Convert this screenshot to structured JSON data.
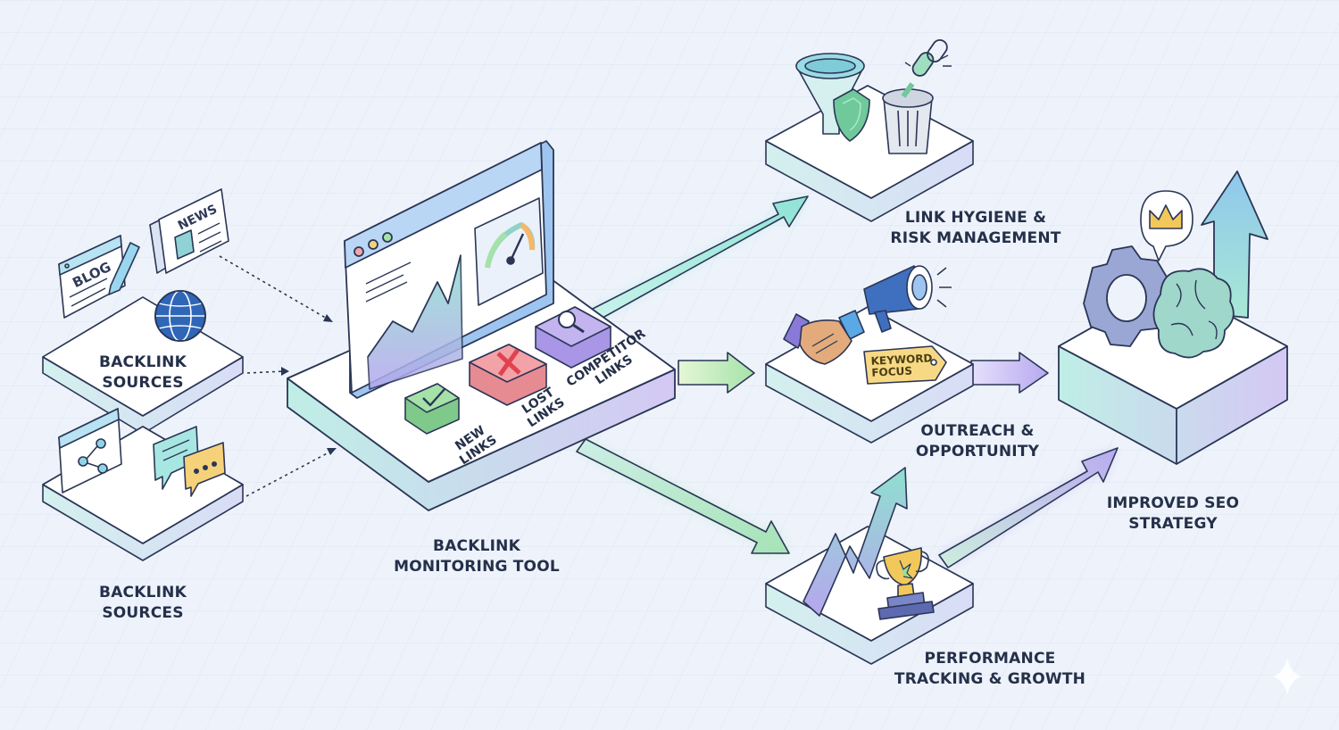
{
  "colors": {
    "background": "#eef3fb",
    "grid": "#dbe4f2",
    "platform_top": "#ffffff",
    "platform_side": "#cfe6f0",
    "outline": "#2b3656",
    "accent_teal": "#8fe3d6",
    "accent_purple": "#b7a8ef",
    "accent_green": "#a5e2a8"
  },
  "sources": {
    "top_label": [
      "BACKLINK",
      "SOURCES"
    ],
    "bottom_label": [
      "BACKLINK",
      "SOURCES"
    ],
    "blog_text": "BLOG",
    "news_text": "NEWS",
    "icons": [
      "blog-icon",
      "pencil-icon",
      "newspaper-icon",
      "globe-icon",
      "share-icon",
      "chat-bubbles-icon"
    ]
  },
  "tool": {
    "label": [
      "BACKLINK",
      "MONITORING TOOL"
    ],
    "tiles": [
      {
        "name": "new",
        "lines": [
          "NEW",
          "LINKS"
        ],
        "icon": "checkmark-icon",
        "color": "#9fdf8f"
      },
      {
        "name": "lost",
        "lines": [
          "LOST",
          "LINKS"
        ],
        "icon": "cross-icon",
        "color": "#f3a3a8"
      },
      {
        "name": "competitor",
        "lines": [
          "COMPETITOR",
          "LINKS"
        ],
        "icon": "magnifier-icon",
        "color": "#c3b4f0"
      }
    ],
    "icons": [
      "browser-window-icon",
      "line-chart-icon",
      "gauge-icon"
    ]
  },
  "hygiene": {
    "label": [
      "LINK HYGIENE &",
      "RISK MANAGEMENT"
    ],
    "icons": [
      "funnel-icon",
      "shield-icon",
      "broken-chain-icon",
      "trash-can-icon"
    ]
  },
  "outreach": {
    "label": [
      "OUTREACH &",
      "OPPORTUNITY"
    ],
    "tag_text": [
      "KEYWORD",
      "FOCUS"
    ],
    "icons": [
      "handshake-icon",
      "megaphone-icon",
      "tag-icon"
    ]
  },
  "performance": {
    "label": [
      "PERFORMANCE",
      "TRACKING & GROWTH"
    ],
    "icons": [
      "growth-chart-icon",
      "trophy-icon"
    ]
  },
  "result": {
    "label": [
      "IMPROVED SEO",
      "STRATEGY"
    ],
    "icons": [
      "gear-icon",
      "brain-icon",
      "crown-icon",
      "up-arrow-icon"
    ]
  }
}
